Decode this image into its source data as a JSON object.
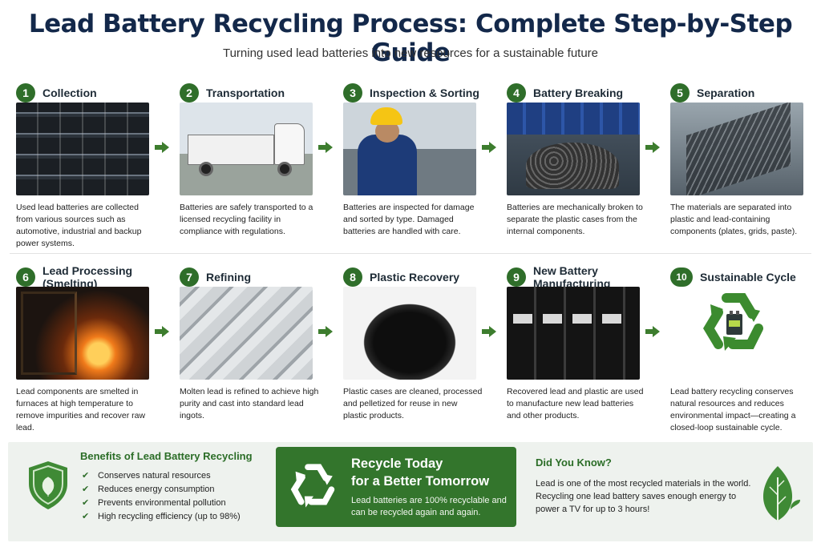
{
  "header": {
    "title": "Lead Battery Recycling Process: Complete Step-by-Step Guide",
    "subtitle": "Turning used lead batteries into new resources for a sustainable future"
  },
  "steps": [
    {
      "num": "1",
      "label": "Collection",
      "desc": "Used lead batteries are collected from various sources such as automotive, industrial and backup power systems."
    },
    {
      "num": "2",
      "label": "Transportation",
      "desc": "Batteries are safely transported to a licensed recycling facility in compliance with regulations."
    },
    {
      "num": "3",
      "label": "Inspection & Sorting",
      "desc": "Batteries are inspected for damage and sorted by type. Damaged batteries are handled with care."
    },
    {
      "num": "4",
      "label": "Battery Breaking",
      "desc": "Batteries are mechanically broken to separate the plastic cases from the internal components."
    },
    {
      "num": "5",
      "label": "Separation",
      "desc": "The materials are separated into plastic and lead-containing components (plates, grids, paste)."
    },
    {
      "num": "6",
      "label": "Lead Processing (Smelting)",
      "desc": "Lead components are smelted in furnaces at high temperature to remove impurities and recover raw lead."
    },
    {
      "num": "7",
      "label": "Refining",
      "desc": "Molten lead is refined to achieve high purity and cast into standard lead ingots."
    },
    {
      "num": "8",
      "label": "Plastic Recovery",
      "desc": "Plastic cases are cleaned, processed and pelletized for reuse in new plastic products."
    },
    {
      "num": "9",
      "label": "New Battery Manufacturing",
      "desc": "Recovered lead and plastic are used to manufacture new lead batteries and other products."
    },
    {
      "num": "10",
      "label": "Sustainable Cycle",
      "desc": "Lead battery recycling conserves natural resources and reduces environmental impact—creating a closed-loop sustainable cycle."
    }
  ],
  "benefits": {
    "title": "Benefits of Lead Battery Recycling",
    "items": [
      "Conserves natural resources",
      "Reduces energy consumption",
      "Prevents environmental pollution",
      "High recycling efficiency (up to 98%)"
    ]
  },
  "cta": {
    "title_line1": "Recycle Today",
    "title_line2": "for a Better Tomorrow",
    "text": "Lead batteries are 100% recyclable and can be recycled again and again."
  },
  "did_you_know": {
    "title": "Did You Know?",
    "text": "Lead is one of the most recycled materials in the world. Recycling one lead battery saves enough energy to power a TV for up to 3 hours!"
  },
  "colors": {
    "primary_green": "#2f6e2a",
    "title_navy": "#13284a",
    "band_bg": "#eef2ee",
    "cta_bg": "#33752c"
  },
  "icons": {
    "arrows": "arrow-right-icon",
    "recycle": "recycle-icon",
    "shield": "shield-leaf-icon",
    "leaf": "leaf-icon",
    "check": "check-icon"
  }
}
